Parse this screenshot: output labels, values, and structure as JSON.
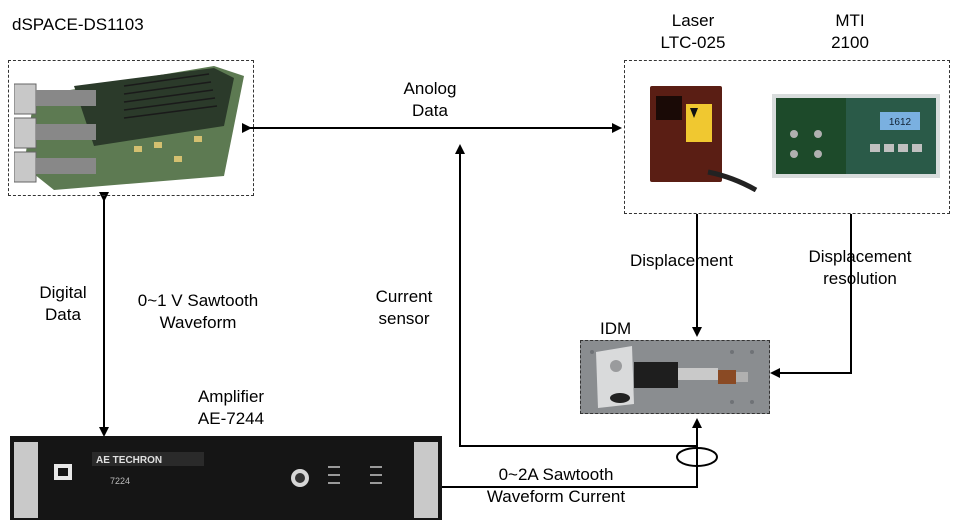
{
  "diagram": {
    "dspace_label": "dSPACE-DS1103",
    "laser_label": [
      "Laser",
      "LTC-025"
    ],
    "mti_label": [
      "MTI",
      "2100"
    ],
    "analog_data_label": [
      "Anolog",
      "Data"
    ],
    "digital_data_label": [
      "Digital",
      "Data"
    ],
    "sawtooth_voltage_label": [
      "0~1 V Sawtooth",
      "Waveform"
    ],
    "current_sensor_label": [
      "Current",
      "sensor"
    ],
    "displacement_label": "Displacement",
    "displacement_resolution_label": [
      "Displacement",
      "resolution"
    ],
    "idm_label": "IDM",
    "amplifier_label": [
      "Amplifier",
      "AE-7244"
    ],
    "sawtooth_current_label": [
      "0~2A Sawtooth",
      "Waveform Current"
    ],
    "amplifier_brand": "AE TECHRON",
    "amplifier_model": "7224",
    "mti_display_value": "1612"
  }
}
